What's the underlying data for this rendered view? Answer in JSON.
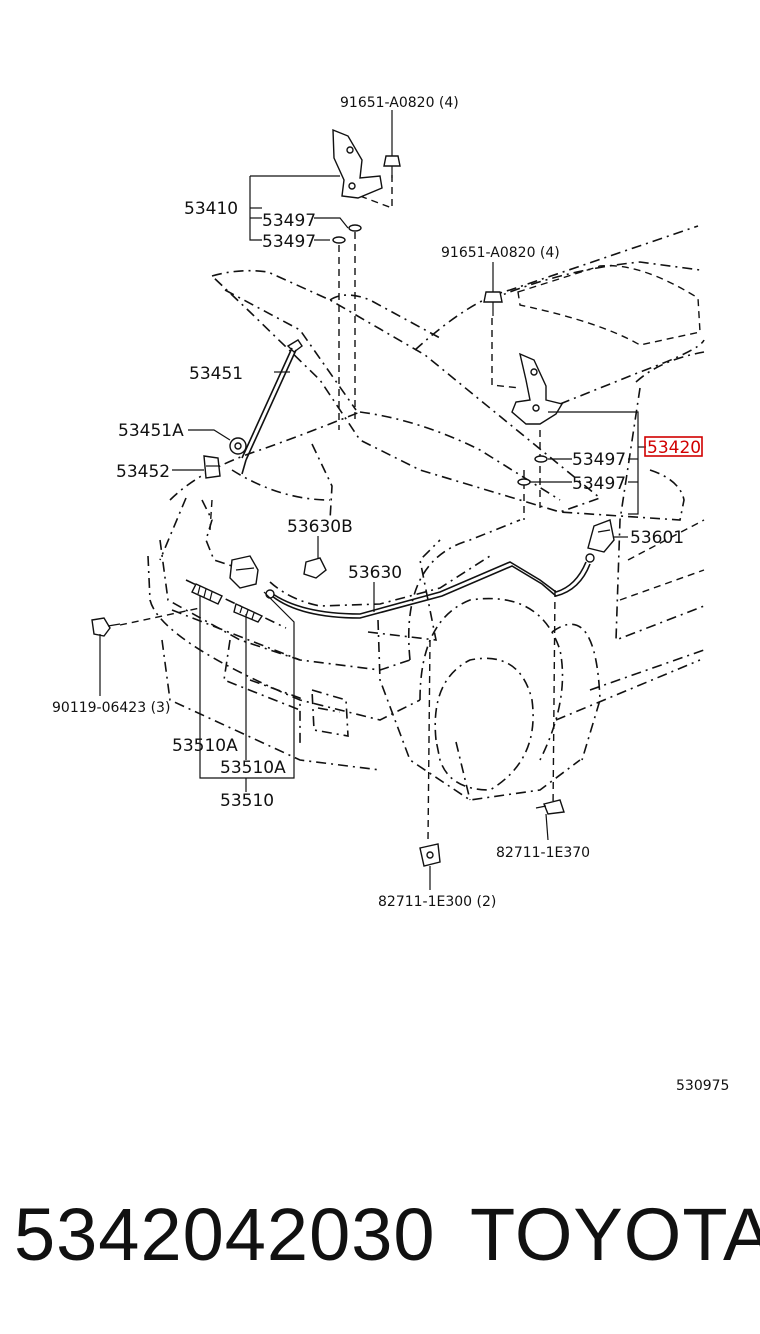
{
  "labels": {
    "bolt_top": "91651-A0820 (4)",
    "bolt_right": "91651-A0820 (4)",
    "hinge_left": "53410",
    "washer_left_1": "53497",
    "washer_left_2": "53497",
    "support_rod": "53451",
    "rod_grommet": "53451A",
    "rod_clip": "53452",
    "seal_clip": "53630B",
    "release_cable": "53630",
    "release_lever": "53601",
    "hinge_right": "53420",
    "washer_right_1": "53497",
    "washer_right_2": "53497",
    "bolt_lock": "90119-06423 (3)",
    "spring_1": "53510A",
    "spring_2": "53510A",
    "lock_assy": "53510",
    "clamp_right": "82711-1E370",
    "clamp_bottom": "82711-1E300 (2)",
    "diagram_no": "530975"
  },
  "highlight": {
    "color": "#d10000",
    "target": "53420"
  },
  "footer": {
    "part_number": "5342042030",
    "brand": "TOYOTA"
  }
}
